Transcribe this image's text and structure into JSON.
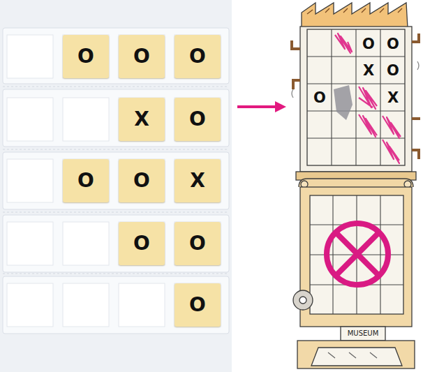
{
  "diagram": {
    "nodes": [
      {
        "text": [
          "O"
        ]
      },
      {
        "text": [
          "O"
        ]
      },
      {
        "text": [
          "O"
        ]
      },
      {
        "text": [
          "X"
        ]
      },
      {
        "text": [
          "O"
        ]
      },
      {
        "text": [
          "O"
        ]
      },
      {
        "text": [
          "O"
        ]
      },
      {
        "text": [
          "X"
        ]
      },
      {
        "text": [
          "O"
        ]
      },
      {
        "text": [
          "O"
        ]
      },
      {
        "text": [
          "O"
        ]
      }
    ],
    "labels": [
      "O",
      "O",
      "X",
      "O",
      "O",
      "X",
      "MUSEUM"
    ]
  }
}
